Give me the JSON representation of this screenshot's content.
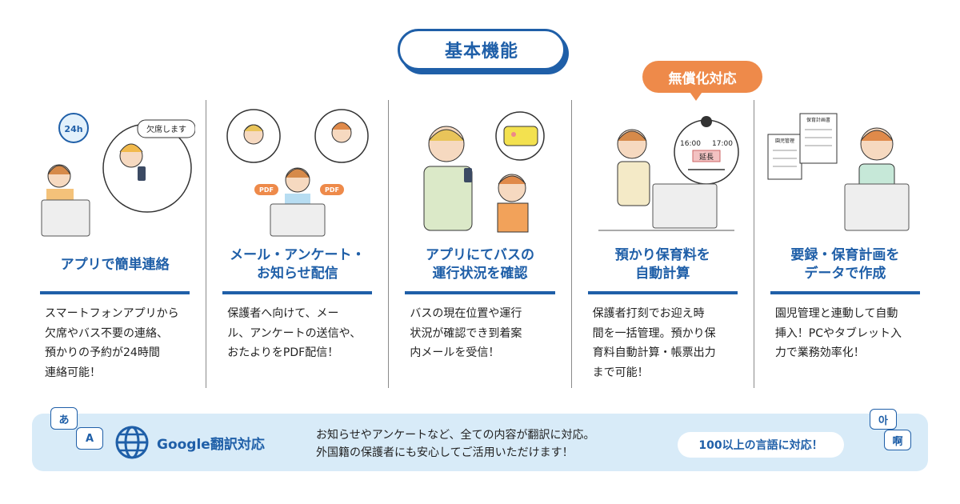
{
  "header": {
    "title": "基本機能"
  },
  "badge": {
    "label": "無償化対応"
  },
  "features": [
    {
      "title": "アプリで簡単連絡",
      "description": "スマートフォンアプリから\n欠席やバス不要の連絡、\n預かりの予約が24時間\n連絡可能！",
      "illustration_text": [
        "24h",
        "欠席します"
      ]
    },
    {
      "title": "メール・アンケート・\nお知らせ配信",
      "description": "保護者へ向けて、メー\nル、アンケートの送信や、\nおたよりをPDF配信！",
      "illustration_text": [
        "PDF",
        "PDF"
      ]
    },
    {
      "title": "アプリにてバスの\n運行状況を確認",
      "description": "バスの現在位置や運行\n状況が確認でき到着案\n内メールを受信！",
      "illustration_text": []
    },
    {
      "title": "預かり保育料を\n自動計算",
      "description": "保護者打刻でお迎え時\n間を一括管理。預かり保\n育料自動計算・帳票出力\nまで可能！",
      "illustration_text": [
        "16:00",
        "17:00",
        "延長"
      ]
    },
    {
      "title": "要録・保育計画を\nデータで作成",
      "description": "園児管理と連動して自動\n挿入！PCやタブレット入\n力で業務効率化！",
      "illustration_text": [
        "園児管理",
        "保育計画書"
      ]
    }
  ],
  "translation": {
    "label": "Google翻訳対応",
    "text": "お知らせやアンケートなど、全ての内容が翻訳に対応。\n外国籍の保護者にも安心してご活用いただけます！",
    "languages_label": "100以上の言語に対応！",
    "bubbles": [
      "あ",
      "A",
      "아",
      "啊"
    ]
  },
  "colors": {
    "accent": "#1f5fa8",
    "badge": "#ee8a4a",
    "band": "#d8ebf8"
  },
  "icons": [
    "globe-icon",
    "speech-bubble-icon",
    "clock-24h-icon",
    "laptop-icon",
    "bus-icon",
    "document-icon"
  ]
}
